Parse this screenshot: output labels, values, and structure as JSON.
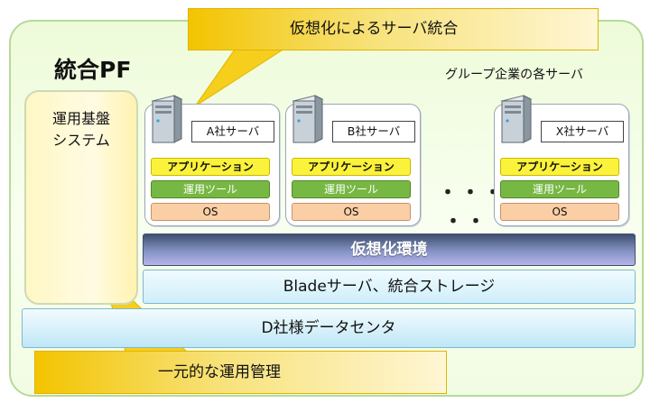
{
  "callouts": {
    "top": "仮想化によるサーバ統合",
    "bottom": "一元的な運用管理"
  },
  "platform": {
    "title": "統合PF",
    "group_label": "グループ企業の各サーバ"
  },
  "ops_system": {
    "label": "運用基盤\nシステム"
  },
  "servers": [
    {
      "label": "A社サーバ",
      "app": "アプリケーション",
      "tool": "運用ツール",
      "os": "OS",
      "icon": "server-tower-icon"
    },
    {
      "label": "B社サーバ",
      "app": "アプリケーション",
      "tool": "運用ツール",
      "os": "OS",
      "icon": "server-tower-icon"
    },
    {
      "label": "X社サーバ",
      "app": "アプリケーション",
      "tool": "運用ツール",
      "os": "OS",
      "icon": "server-tower-icon"
    }
  ],
  "ellipsis": {
    "row1": "・・・",
    "row2": "・・"
  },
  "layers": {
    "virtualization": "仮想化環境",
    "blade_storage": "Bladeサーバ、統合ストレージ",
    "datacenter": "D社様データセンタ"
  },
  "colors": {
    "callout": "#f3c400",
    "platform_bg": "#eefbd9",
    "app_bar": "#fbf23b",
    "tool_bar": "#77b844",
    "os_bar": "#fbcfa5",
    "virt_layer": "#3e4f6f",
    "infra_layer": "#cfeefa"
  }
}
